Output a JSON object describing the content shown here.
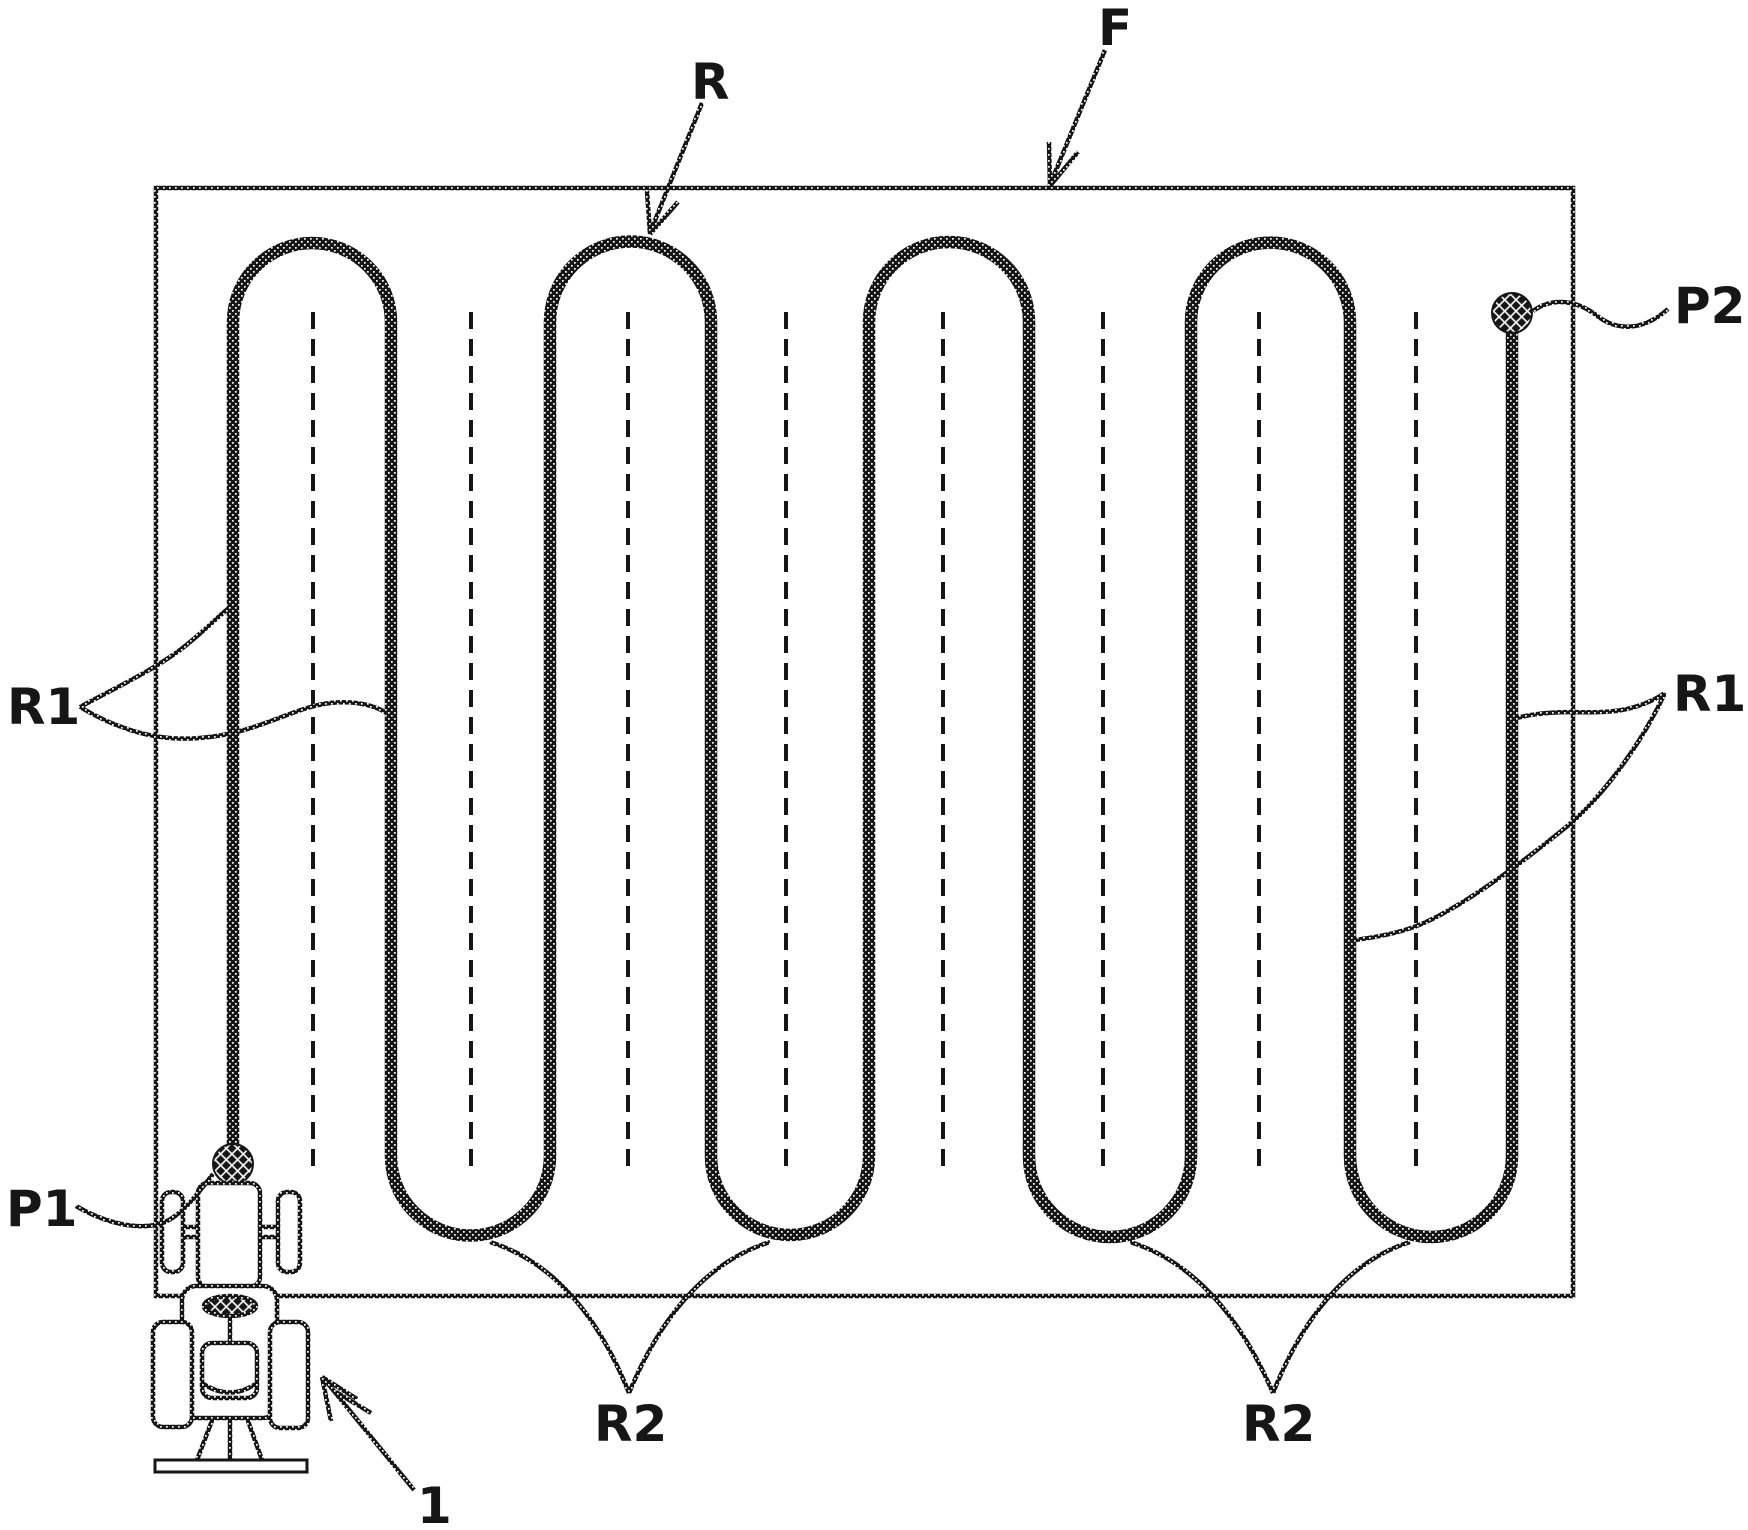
{
  "figure": {
    "labels": {
      "field": "F",
      "route": "R",
      "left_straight": "R1",
      "right_straight": "R1",
      "left_turn": "R2",
      "right_turn": "R2",
      "start_point": "P1",
      "end_point": "P2",
      "vehicle": "1"
    },
    "colors": {
      "ink": "#161616",
      "background": "#ffffff"
    }
  }
}
